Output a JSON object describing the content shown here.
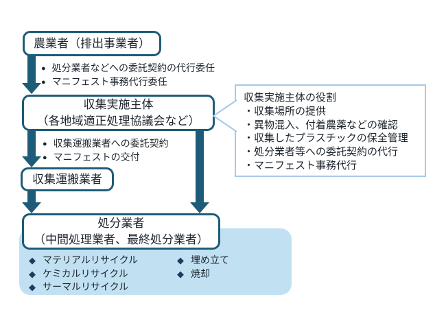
{
  "nodes": {
    "farmer": {
      "label": "農業者（排出事業者）"
    },
    "body": {
      "line1": "収集実施主体",
      "line2": "（各地域適正処理協議会など）"
    },
    "transporter": {
      "label": "収集運搬業者"
    },
    "disposer": {
      "line1": "処分業者",
      "line2": "（中間処理業者、最終処分業者）"
    }
  },
  "notes_farmer_to_body": {
    "items": [
      "処分業者などへの委託契約の代行委任",
      "マニフェスト事務代行委任"
    ]
  },
  "notes_body_to_transporter": {
    "items": [
      "収集運搬業者への委託契約",
      "マニフェストの交付"
    ]
  },
  "callout": {
    "title": "収集実施主体の役割",
    "items": [
      "・収集場所の提供",
      "・異物混入、付着農薬などの確認",
      "・収集したプラスチックの保全管理",
      "・処分業者等への委託契約の代行",
      "・マニフェスト事務代行"
    ]
  },
  "disposal_methods": {
    "col1": [
      "マテリアルリサイクル",
      "ケミカルリサイクル",
      "サーマルリサイクル"
    ],
    "col2": [
      "埋め立て",
      "焼却"
    ]
  },
  "icons": {
    "bullet": "●",
    "diamond": "◆"
  },
  "colors": {
    "box_border": "#1d5c78",
    "arrow": "#1d5c78",
    "panel_fill": "#c1e1f2",
    "callout_border": "#a6c9e8",
    "diamond": "#1f3a60",
    "text": "#1d252e",
    "background": "#ffffff"
  }
}
